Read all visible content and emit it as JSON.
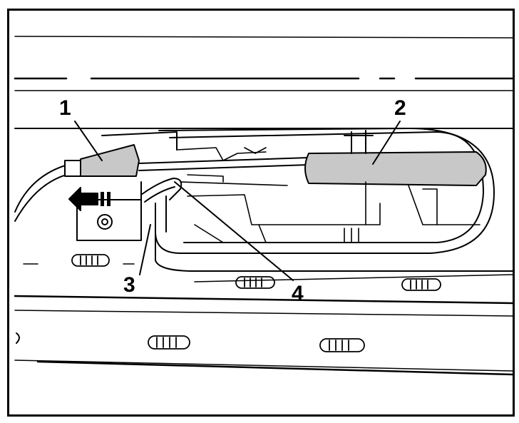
{
  "diagram": {
    "callouts": [
      {
        "id": "1",
        "label": "1"
      },
      {
        "id": "2",
        "label": "2"
      },
      {
        "id": "3",
        "label": "3"
      },
      {
        "id": "4",
        "label": "4"
      }
    ],
    "colors": {
      "line": "#000000",
      "component_fill": "#c8c8c8",
      "background": "#ffffff"
    }
  }
}
